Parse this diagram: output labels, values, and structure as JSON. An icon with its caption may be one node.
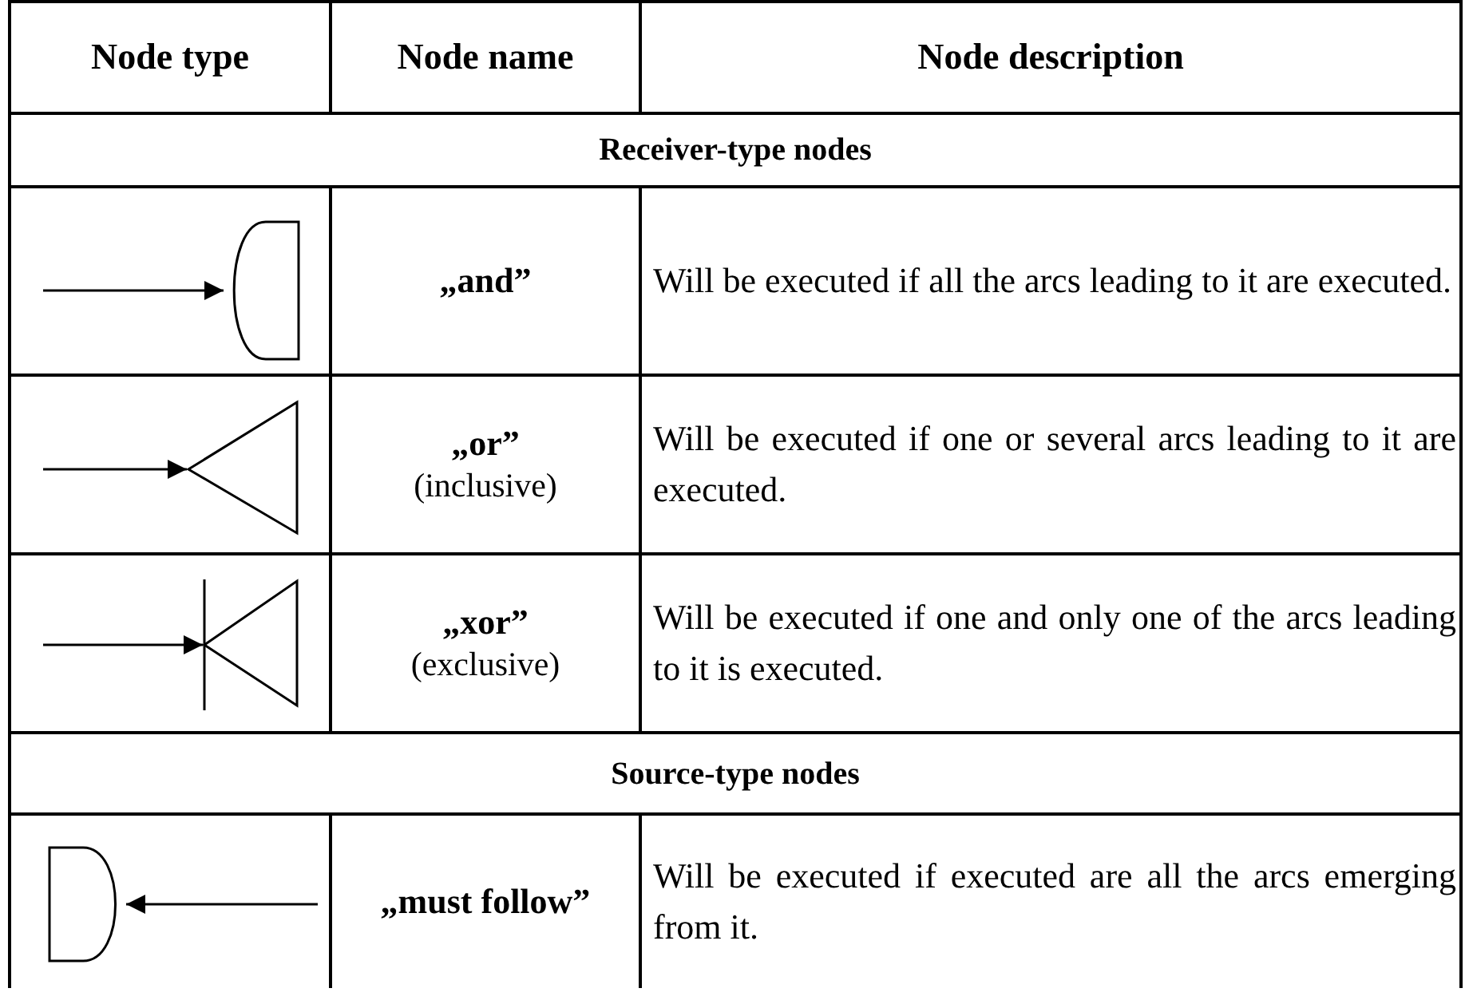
{
  "diagram": {
    "nodes": [
      {
        "text": [],
        "shape": "semicircle"
      },
      {
        "text": [],
        "shape": "triangle"
      },
      {
        "text": [],
        "shape": "triangle"
      },
      {
        "text": [],
        "shape": "semicircle"
      }
    ],
    "edges": [
      {
        "from": null,
        "to": 0,
        "arrow": "to"
      },
      {
        "from": null,
        "to": 1,
        "arrow": "to"
      },
      {
        "from": null,
        "to": 2,
        "arrow": "to"
      },
      {
        "from": null,
        "to": 3,
        "arrow": "to"
      }
    ],
    "labels": [
      "Node type",
      "Node name",
      "Node description",
      "Receiver-type nodes",
      "„and”",
      "Will be executed if all the arcs leading to it are executed.",
      "„or”",
      "(inclusive)",
      "Will be executed if one or several arcs leading to it are executed.",
      "„xor”",
      "(exclusive)",
      "Will be executed if one and only one of the arcs leading to it is executed.",
      "Source-type nodes",
      "„must follow”",
      "Will be executed if executed are all the arcs emerging from it."
    ]
  }
}
